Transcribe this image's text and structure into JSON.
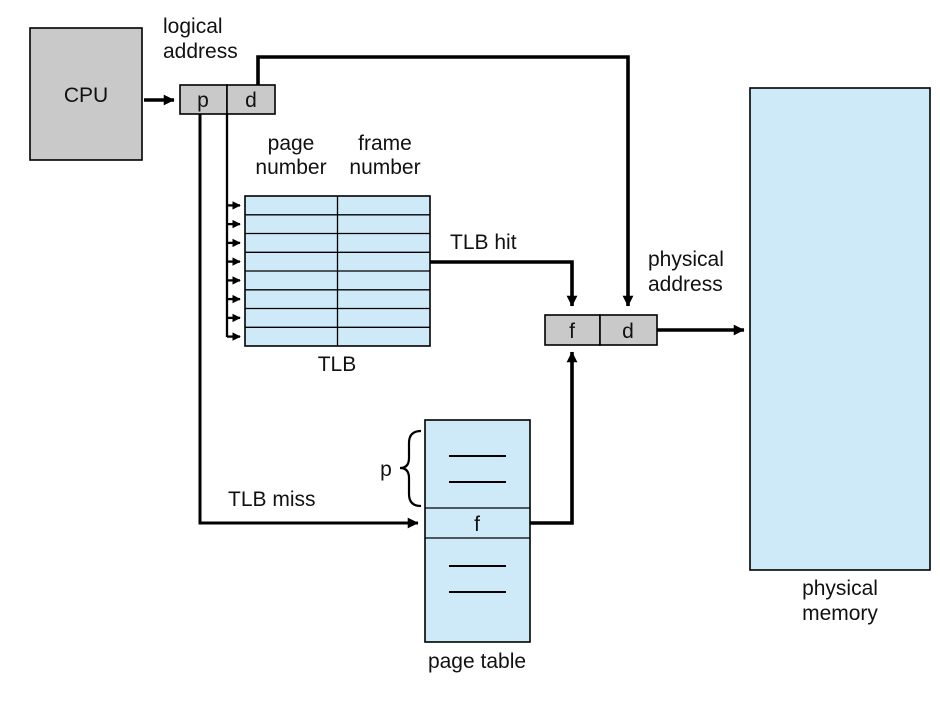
{
  "colors": {
    "box_fill": "#c9c9c9",
    "table_fill": "#cee9f7",
    "ink": "#000000",
    "background": "#ffffff"
  },
  "labels": {
    "cpu": "CPU",
    "logical_address": [
      "logical",
      "address"
    ],
    "logical_p": "p",
    "logical_d": "d",
    "tlb_col_page": [
      "page",
      "number"
    ],
    "tlb_col_frame": [
      "frame",
      "number"
    ],
    "tlb": "TLB",
    "tlb_hit": "TLB hit",
    "tlb_miss": "TLB miss",
    "physical_address": [
      "physical",
      "address"
    ],
    "physical_f": "f",
    "physical_d": "d",
    "page_table": "page table",
    "page_table_entry_f": "f",
    "page_table_index_p": "p",
    "physical_memory": [
      "physical",
      "memory"
    ]
  },
  "tlb_table": {
    "rows": 8,
    "columns": 2
  }
}
